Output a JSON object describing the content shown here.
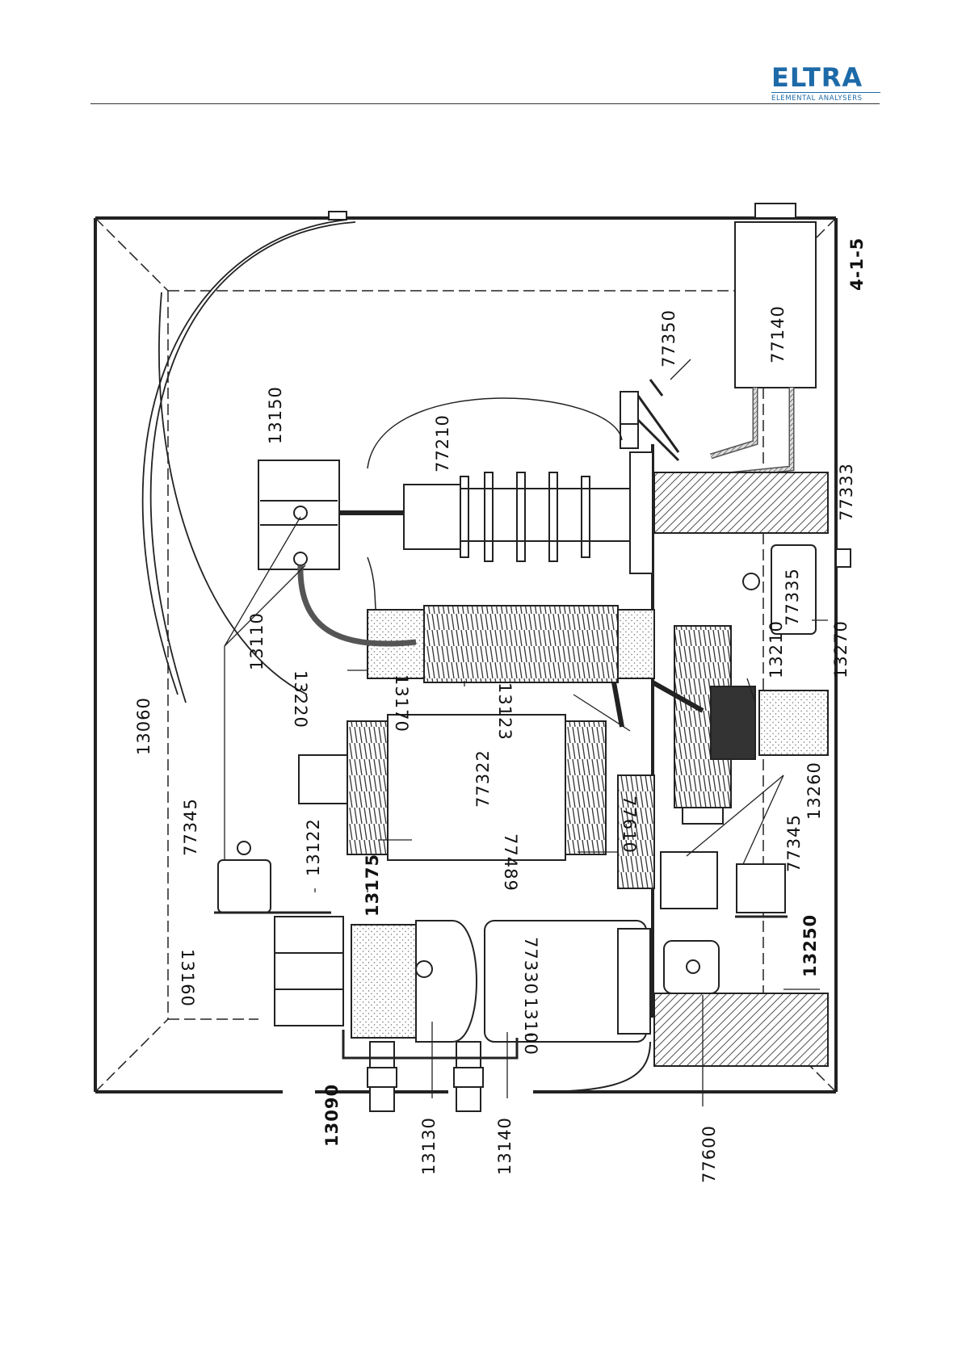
{
  "header": {
    "logo_word": "ELTRA",
    "logo_sub": "ELEMENTAL ANALYSERS",
    "brand_color": "#1d6aa8"
  },
  "figure": {
    "figure_number": "4-1-5",
    "labels": {
      "l13060": "13060",
      "l77345a": "77345",
      "l13122": "13122",
      "l13175": "13175",
      "l13090": "13090",
      "l13130": "13130",
      "l13140": "13140",
      "l77600": "77600",
      "l13160": "13160",
      "l13100": "13100",
      "l77330": "77330",
      "l77489": "77489",
      "l77610": "77610",
      "l77322": "77322",
      "l13110": "13110",
      "l13220": "13220",
      "l13170": "13170",
      "l13123": "13123",
      "l13150": "13150",
      "l77210": "77210",
      "l77350": "77350",
      "l77140": "77140",
      "l77333": "77333",
      "l77335": "77335",
      "l13270": "13270",
      "l13210": "13210",
      "l13260": "13260",
      "l77345b": "77345",
      "l13250": "13250"
    }
  }
}
